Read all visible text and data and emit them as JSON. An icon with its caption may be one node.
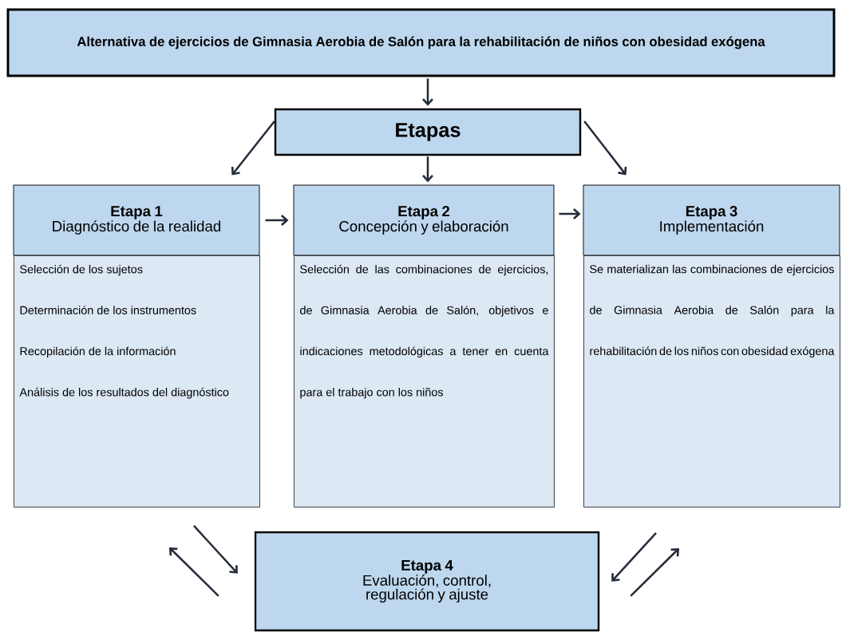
{
  "diagram": {
    "nodes": [
      {
        "text": [
          "Alternativa de ejercicios de Gimnasia Aerobia de Salón para la rehabilitación de niños con obesidad exógena"
        ]
      },
      {
        "text": [
          "Etapas"
        ]
      },
      {
        "text": [
          "Etapa 1",
          "Diagnóstico de la realidad"
        ]
      },
      {
        "text": [
          "Selección de los sujetos",
          "Determinación de los instrumentos",
          "Recopilación de la información",
          "Análisis de los resultados del diagnóstico"
        ]
      },
      {
        "text": [
          "Etapa 2",
          "Concepción y elaboración"
        ]
      },
      {
        "text": [
          "Selección de las combinaciones de ejercicios, de Gimnasia Aerobia de Salón, objetivos e indicaciones metodológicas a tener en cuenta para el trabajo con los niños"
        ]
      },
      {
        "text": [
          "Etapa 3",
          "Implementación"
        ]
      },
      {
        "text": [
          "Se materializan las combinaciones de ejercicios de Gimnasia Aerobia de Salón para la rehabilitación de los niños con obesidad exógena"
        ]
      },
      {
        "text": [
          "Etapa 4",
          "Evaluación, control, regulación y ajuste"
        ]
      }
    ],
    "edges": [
      {
        "from": 0,
        "to": 1,
        "arrow": "to"
      },
      {
        "from": 1,
        "to": 2,
        "arrow": "to"
      },
      {
        "from": 1,
        "to": 4,
        "arrow": "to"
      },
      {
        "from": 1,
        "to": 6,
        "arrow": "to"
      },
      {
        "from": 2,
        "to": 4,
        "arrow": "to"
      },
      {
        "from": 4,
        "to": 6,
        "arrow": "to"
      },
      {
        "from": 3,
        "to": 8,
        "arrow": "to"
      },
      {
        "from": 8,
        "to": 3,
        "arrow": "to"
      },
      {
        "from": 7,
        "to": 8,
        "arrow": "to"
      },
      {
        "from": 8,
        "to": 7,
        "arrow": "to"
      }
    ]
  }
}
